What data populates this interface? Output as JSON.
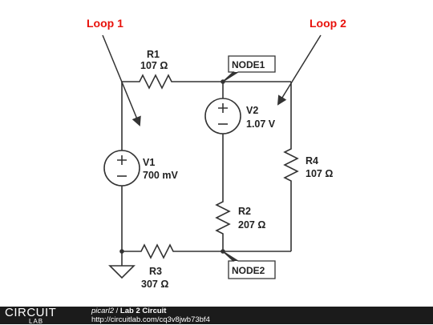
{
  "diagram": {
    "loops": [
      "Loop 1",
      "Loop 2"
    ],
    "resistors": {
      "r1": {
        "name": "R1",
        "value": "107 Ω"
      },
      "r2": {
        "name": "R2",
        "value": "207 Ω"
      },
      "r3": {
        "name": "R3",
        "value": "307 Ω"
      },
      "r4": {
        "name": "R4",
        "value": "107 Ω"
      }
    },
    "sources": {
      "v1": {
        "name": "V1",
        "value": "700 mV"
      },
      "v2": {
        "name": "V2",
        "value": "1.07 V"
      }
    },
    "nodes": {
      "node1": "NODE1",
      "node2": "NODE2"
    },
    "colors": {
      "wire": "#333333",
      "loop_label": "#e8120c"
    }
  },
  "footer": {
    "brand_top": "CIRCUIT",
    "brand_bottom": "LAB",
    "author": "picarl2",
    "separator": "/",
    "title": "Lab 2 Circuit",
    "url": "http://circuitlab.com/cq3v8jwb73bf4"
  }
}
